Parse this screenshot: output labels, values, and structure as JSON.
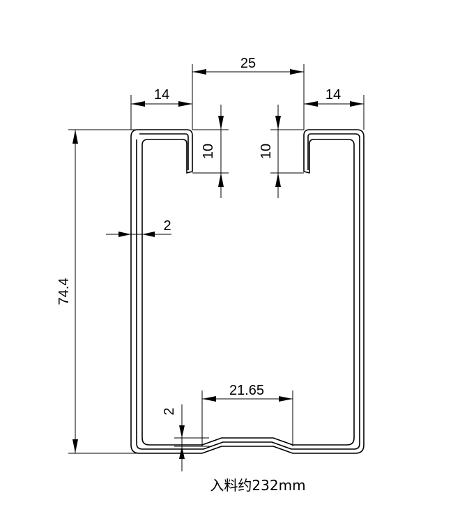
{
  "dimensions": {
    "top_width": "25",
    "left_flange": "14",
    "right_flange": "14",
    "left_lip_depth": "10",
    "right_lip_depth": "10",
    "wall_thickness": "2",
    "height": "74.4",
    "bottom_groove_width": "21.65",
    "groove_depth": "2"
  },
  "caption": "入料约232mm"
}
